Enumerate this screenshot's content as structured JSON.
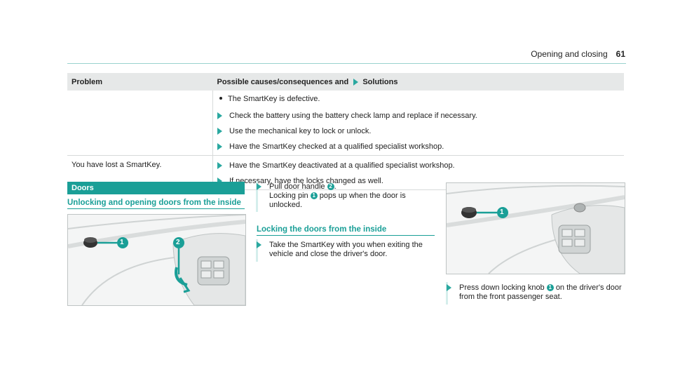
{
  "header": {
    "section": "Opening and closing",
    "page": "61"
  },
  "table": {
    "col1": "Problem",
    "col2_pre": "Possible causes/consequences and",
    "col2_post": "Solutions",
    "rows": [
      {
        "problem": "",
        "bullet": "The SmartKey is defective.",
        "solutions": [
          "Check the battery using the battery check lamp and replace if necessary.",
          "Use the mechanical key to lock or unlock.",
          "Have the SmartKey checked at a qualified specialist workshop."
        ]
      },
      {
        "problem": "You have lost a SmartKey.",
        "bullet": "",
        "solutions": [
          "Have the SmartKey deactivated at a qualified specialist workshop.",
          "If necessary, have the locks changed as well."
        ]
      }
    ]
  },
  "doors": {
    "title": "Doors",
    "unlock_heading": "Unlocking and opening doors from the inside",
    "unlock_step_1": "Pull door handle",
    "unlock_step_2": "Locking pin",
    "unlock_step_3": "pops up when the door is unlocked.",
    "lock_heading": "Locking the doors from the inside",
    "lock_step": "Take the SmartKey with you when exiting the vehicle and close the driver's door.",
    "press_step_1": "Press down locking knob",
    "press_step_2": "on the driver's door from the front passenger seat.",
    "callout_1": "1",
    "callout_2": "2"
  },
  "colors": {
    "accent": "#1a9f97",
    "arrow": "#2aa8a0"
  }
}
